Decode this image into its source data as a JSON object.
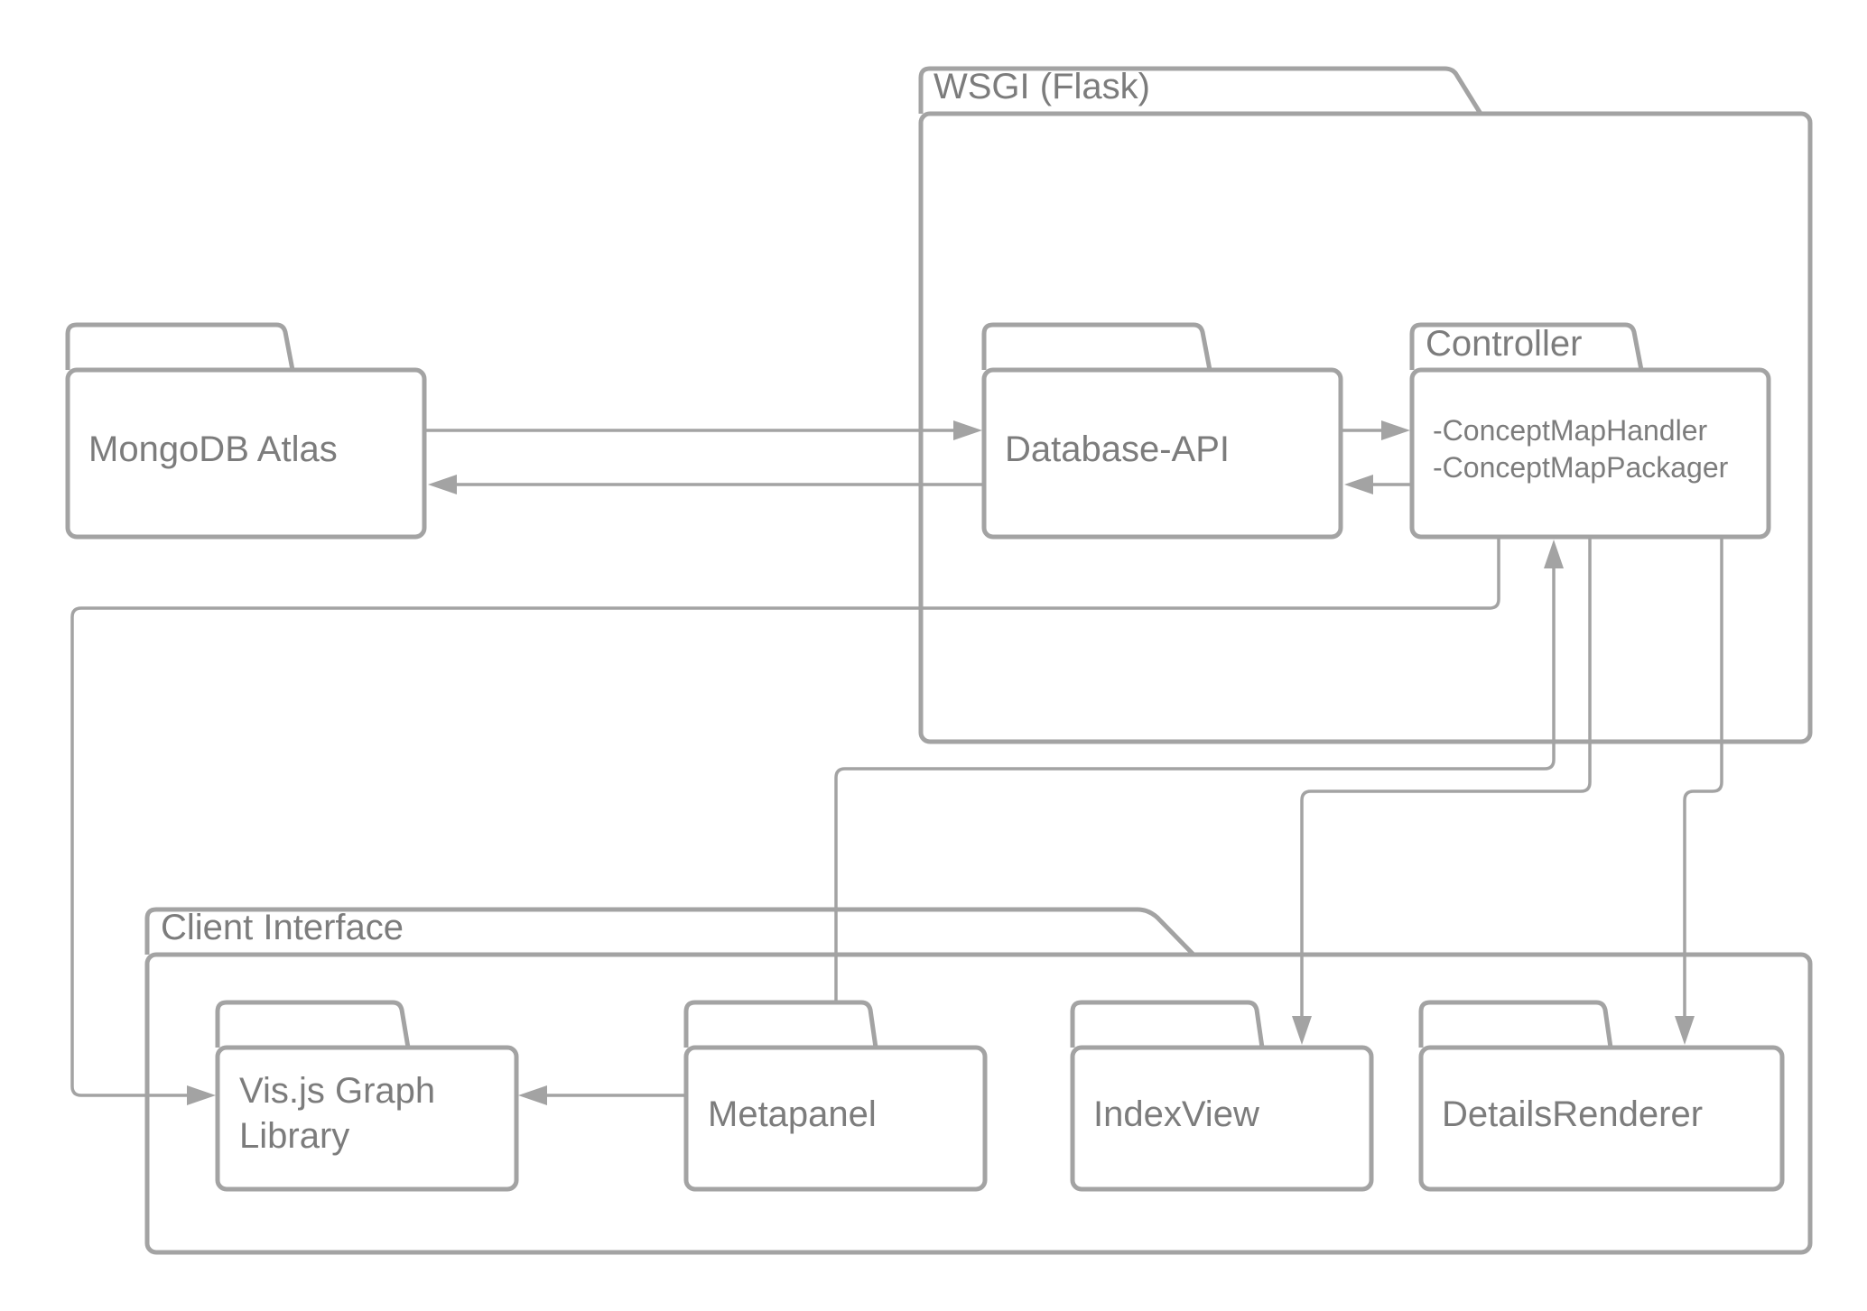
{
  "colors": {
    "line": "#a3a3a3",
    "text": "#7c7c7c",
    "background": "#ffffff"
  },
  "containers": {
    "wsgi": {
      "title": "WSGI (Flask)"
    },
    "client": {
      "title": "Client Interface"
    }
  },
  "packages": {
    "mongodb": {
      "label": "MongoDB Atlas"
    },
    "database_api": {
      "label": "Database-API"
    },
    "controller": {
      "title": "Controller",
      "members": [
        "-ConceptMapHandler",
        "-ConceptMapPackager"
      ]
    },
    "visjs": {
      "label_lines": [
        "Vis.js Graph",
        "Library"
      ]
    },
    "metapanel": {
      "label": "Metapanel"
    },
    "indexview": {
      "label": "IndexView"
    },
    "details": {
      "label": "DetailsRenderer"
    }
  },
  "connections": [
    {
      "from": "MongoDB Atlas",
      "to": "Database-API"
    },
    {
      "from": "Database-API",
      "to": "MongoDB Atlas"
    },
    {
      "from": "Database-API",
      "to": "Controller"
    },
    {
      "from": "Controller",
      "to": "Database-API"
    },
    {
      "from": "Controller",
      "to": "Vis.js Graph Library"
    },
    {
      "from": "Metapanel",
      "to": "Controller"
    },
    {
      "from": "Controller",
      "to": "IndexView"
    },
    {
      "from": "Controller",
      "to": "DetailsRenderer"
    },
    {
      "from": "Metapanel",
      "to": "Vis.js Graph Library"
    }
  ]
}
